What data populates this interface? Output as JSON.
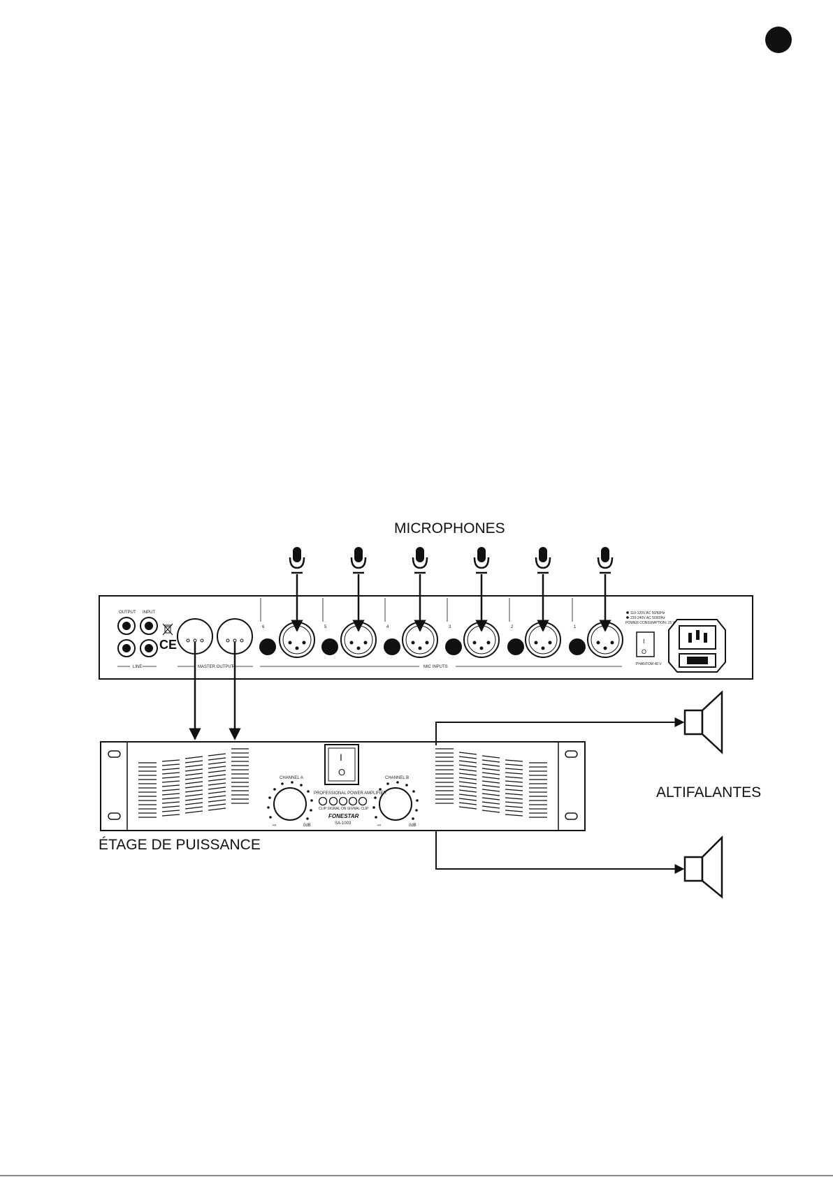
{
  "labels": {
    "microphones": "MICROPHONES",
    "speakers": "ALTIFALANTES",
    "power_stage": "ÉTAGE DE PUISSANCE"
  },
  "mixer": {
    "output": "OUTPUT",
    "input": "INPUT",
    "line": "LINE",
    "master_output": "MASTER OUTPUT",
    "mic_inputs": "MIC INPUTS",
    "channel_numbers": [
      "6",
      "5",
      "4",
      "3",
      "2",
      "1"
    ],
    "ce_mark": "CE",
    "power_spec_1": "110-120V AC 50/60Hz",
    "power_spec_2": "220-240V AC 50/60Hz",
    "power_consumption": "POWER CONSUMPTION: 15 W",
    "phantom": "PHANTOM 48 V",
    "switch_on": "I",
    "switch_off": "O"
  },
  "amplifier": {
    "channel_a": "CHANNEL A",
    "channel_b": "CHANNEL B",
    "title": "PROFESSIONAL POWER AMPLIFIER",
    "leds": "CLIP SIGNAL ON SIGNAL CLIP",
    "brand": "FONESTAR",
    "model": "SA-1003",
    "min": "-∞",
    "max": "0dB",
    "switch_on": "I",
    "switch_off": "O"
  },
  "colors": {
    "ink": "#111111",
    "page_dot": "#111111"
  }
}
